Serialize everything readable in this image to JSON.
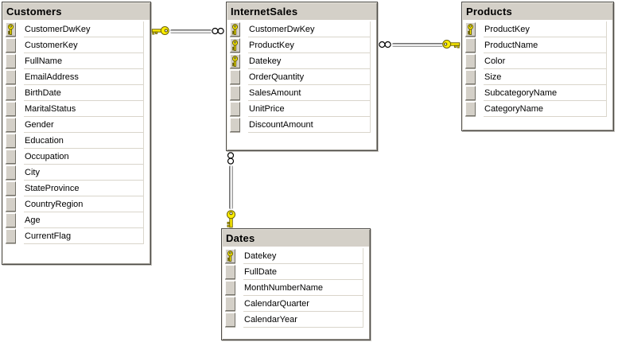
{
  "diagram": {
    "tables": [
      {
        "title": "Customers",
        "columns": [
          {
            "name": "CustomerDwKey",
            "pk": true
          },
          {
            "name": "CustomerKey",
            "pk": false
          },
          {
            "name": "FullName",
            "pk": false
          },
          {
            "name": "EmailAddress",
            "pk": false
          },
          {
            "name": "BirthDate",
            "pk": false
          },
          {
            "name": "MaritalStatus",
            "pk": false
          },
          {
            "name": "Gender",
            "pk": false
          },
          {
            "name": "Education",
            "pk": false
          },
          {
            "name": "Occupation",
            "pk": false
          },
          {
            "name": "City",
            "pk": false
          },
          {
            "name": "StateProvince",
            "pk": false
          },
          {
            "name": "CountryRegion",
            "pk": false
          },
          {
            "name": "Age",
            "pk": false
          },
          {
            "name": "CurrentFlag",
            "pk": false
          }
        ]
      },
      {
        "title": "InternetSales",
        "columns": [
          {
            "name": "CustomerDwKey",
            "pk": true
          },
          {
            "name": "ProductKey",
            "pk": true
          },
          {
            "name": "Datekey",
            "pk": true
          },
          {
            "name": "OrderQuantity",
            "pk": false
          },
          {
            "name": "SalesAmount",
            "pk": false
          },
          {
            "name": "UnitPrice",
            "pk": false
          },
          {
            "name": "DiscountAmount",
            "pk": false
          }
        ]
      },
      {
        "title": "Products",
        "columns": [
          {
            "name": "ProductKey",
            "pk": true
          },
          {
            "name": "ProductName",
            "pk": false
          },
          {
            "name": "Color",
            "pk": false
          },
          {
            "name": "Size",
            "pk": false
          },
          {
            "name": "SubcategoryName",
            "pk": false
          },
          {
            "name": "CategoryName",
            "pk": false
          }
        ]
      },
      {
        "title": "Dates",
        "columns": [
          {
            "name": "Datekey",
            "pk": true
          },
          {
            "name": "FullDate",
            "pk": false
          },
          {
            "name": "MonthNumberName",
            "pk": false
          },
          {
            "name": "CalendarQuarter",
            "pk": false
          },
          {
            "name": "CalendarYear",
            "pk": false
          }
        ]
      }
    ],
    "relationships": [
      {
        "one_side": "Customers",
        "many_side": "InternetSales",
        "one_icon": "key-icon",
        "many_icon": "infinity-icon"
      },
      {
        "one_side": "Products",
        "many_side": "InternetSales",
        "one_icon": "key-icon",
        "many_icon": "infinity-icon"
      },
      {
        "one_side": "Dates",
        "many_side": "InternetSales",
        "one_icon": "key-icon",
        "many_icon": "infinity-icon"
      }
    ],
    "colors": {
      "canvas_bg": "#ffffff",
      "table_header_bg": "#d4d0c8",
      "row_separator": "#d9d5cb",
      "key_fill": "#ffef00",
      "key_outline": "#6d6200",
      "connector_gray": "#6f6f6f"
    }
  }
}
